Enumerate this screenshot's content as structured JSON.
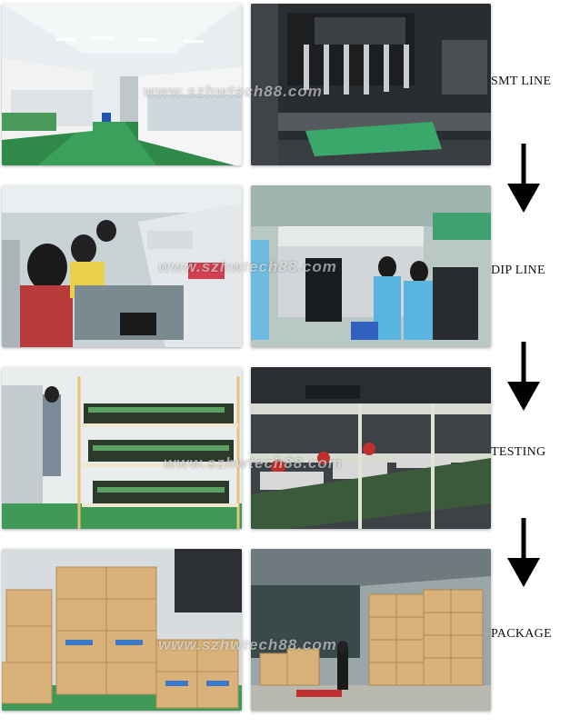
{
  "stages": [
    {
      "label": "SMT LINE"
    },
    {
      "label": "DIP LINE"
    },
    {
      "label": "TESTING"
    },
    {
      "label": "PACKAGE"
    }
  ],
  "watermark": "www.szhwtech88.com",
  "photos": [
    {
      "subject": "smt-reflow-oven-hall"
    },
    {
      "subject": "smt-pick-and-place-head"
    },
    {
      "subject": "dip-assembly-workers"
    },
    {
      "subject": "dip-wave-solder-machine"
    },
    {
      "subject": "testing-rack-shelves"
    },
    {
      "subject": "testing-burn-in-line"
    },
    {
      "subject": "package-boxes-room"
    },
    {
      "subject": "package-warehouse-pallets"
    }
  ],
  "icons": {
    "arrow": "down-arrow-icon"
  },
  "colors": {
    "floor_green": "#2f8a4a",
    "box_tan": "#d9b27a",
    "label_text": "#111111",
    "arrow": "#000000"
  }
}
